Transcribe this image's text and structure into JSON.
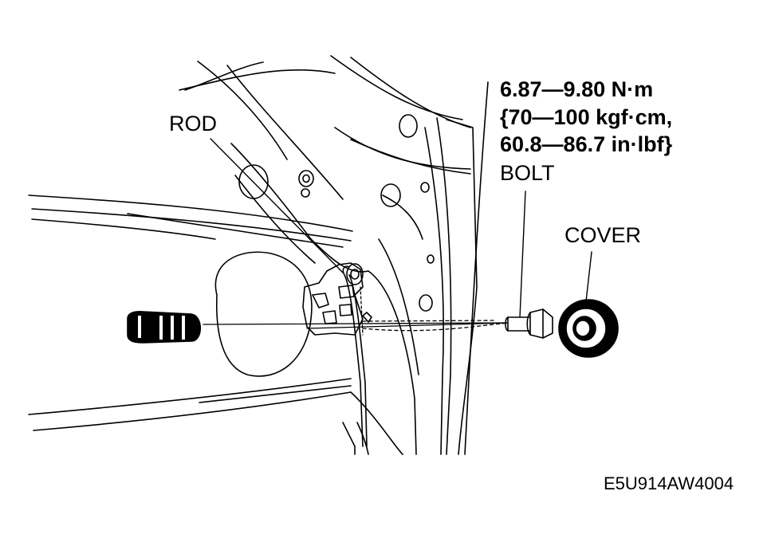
{
  "callouts": {
    "rod": "ROD",
    "bolt": "BOLT",
    "cover": "COVER"
  },
  "torque_spec": {
    "line1": "6.87—9.80 N·m",
    "line2": "{70—100 kgf·cm,",
    "line3": "60.8—86.7 in·lbf}"
  },
  "figure_code": "E5U914AW4004",
  "colors": {
    "ink": "#000000",
    "paper": "#ffffff"
  }
}
